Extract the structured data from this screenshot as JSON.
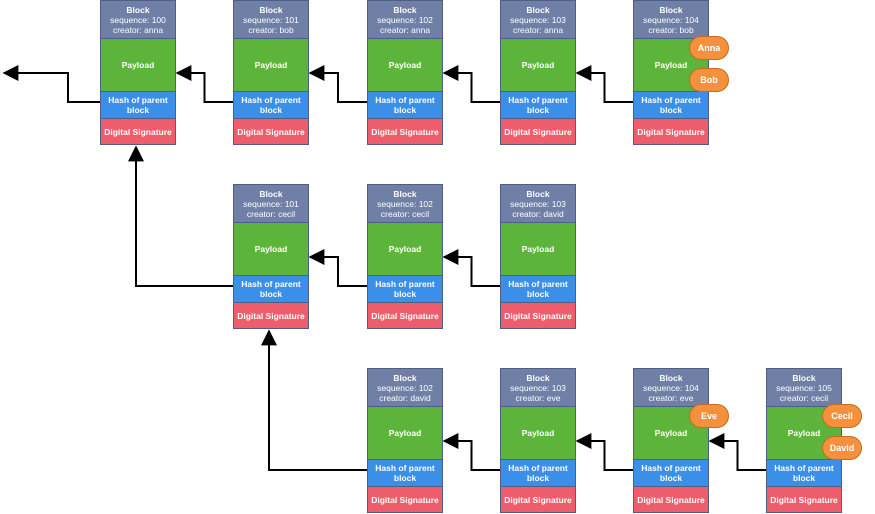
{
  "labels": {
    "block": "Block",
    "payload": "Payload",
    "hash": "Hash of parent block",
    "signature": "Digital Signature"
  },
  "blocks": [
    {
      "id": "r1-100",
      "sequence": "sequence: 100",
      "creator": "creator: anna"
    },
    {
      "id": "r1-101",
      "sequence": "sequence: 101",
      "creator": "creator: bob"
    },
    {
      "id": "r1-102",
      "sequence": "sequence: 102",
      "creator": "creator: anna"
    },
    {
      "id": "r1-103",
      "sequence": "sequence: 103",
      "creator": "creator: anna"
    },
    {
      "id": "r1-104",
      "sequence": "sequence: 104",
      "creator": "creator: bob"
    },
    {
      "id": "r2-101",
      "sequence": "sequence: 101",
      "creator": "creator: cecil"
    },
    {
      "id": "r2-102",
      "sequence": "sequence: 102",
      "creator": "creator: cecil"
    },
    {
      "id": "r2-103",
      "sequence": "sequence: 103",
      "creator": "creator: david"
    },
    {
      "id": "r3-102",
      "sequence": "sequence: 102",
      "creator": "creator: david"
    },
    {
      "id": "r3-103",
      "sequence": "sequence: 103",
      "creator": "creator: eve"
    },
    {
      "id": "r3-104",
      "sequence": "sequence: 104",
      "creator": "creator: eve"
    },
    {
      "id": "r3-105",
      "sequence": "sequence: 105",
      "creator": "creator: cecil"
    }
  ],
  "badges": [
    {
      "block": "r1-104",
      "label": "Anna"
    },
    {
      "block": "r1-104",
      "label": "Bob"
    },
    {
      "block": "r3-104",
      "label": "Eve"
    },
    {
      "block": "r3-105",
      "label": "Cecil"
    },
    {
      "block": "r3-105",
      "label": "David"
    }
  ],
  "links": [
    {
      "from": "r1-101",
      "to": "r1-100"
    },
    {
      "from": "r1-102",
      "to": "r1-101"
    },
    {
      "from": "r1-103",
      "to": "r1-102"
    },
    {
      "from": "r1-104",
      "to": "r1-103"
    },
    {
      "from": "r1-100",
      "to": "previous"
    },
    {
      "from": "r2-101",
      "to": "r1-100"
    },
    {
      "from": "r2-102",
      "to": "r2-101"
    },
    {
      "from": "r2-103",
      "to": "r2-102"
    },
    {
      "from": "r3-102",
      "to": "r2-101"
    },
    {
      "from": "r3-103",
      "to": "r3-102"
    },
    {
      "from": "r3-104",
      "to": "r3-103"
    },
    {
      "from": "r3-105",
      "to": "r3-104"
    }
  ],
  "colors": {
    "header": "#6f7fa6",
    "payload": "#5db43a",
    "hash": "#3a8fe8",
    "signature": "#ee5d6c",
    "badge": "#f5903d",
    "arrow": "#000000"
  }
}
